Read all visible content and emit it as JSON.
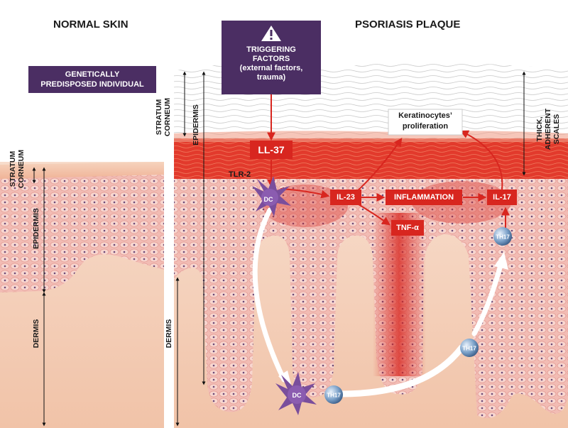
{
  "titles": {
    "normal": "NORMAL SKIN",
    "psoriasis": "PSORIASIS PLAQUE"
  },
  "predisposed": "GENETICALLY PREDISPOSED INDIVIDUAL",
  "trigger": {
    "icon": "warning-icon",
    "lines": [
      "TRIGGERING",
      "FACTORS",
      "(external factors,",
      "trauma)"
    ]
  },
  "layers": {
    "stratum_corneum_1": "STRATUM",
    "stratum_corneum_2": "CORNEUM",
    "epidermis": "EPIDERMIS",
    "dermis": "DERMIS"
  },
  "scales": {
    "line1": "THICK,",
    "line2": "ADHERENT",
    "line3": "SCALES"
  },
  "proliferation": {
    "line1": "Keratinocytes’",
    "line2": "proliferation"
  },
  "mediators": {
    "ll37": "LL-37",
    "tlr2": "TLR-2",
    "il23": "IL-23",
    "inflammation": "INFLAMMATION",
    "il17": "IL-17",
    "tnf": "TNF-α"
  },
  "cells": {
    "dc": "DC",
    "th17": "TH17"
  },
  "colors": {
    "purple": "#4b2e63",
    "red": "#d8261f",
    "skin": "#f3c9b6",
    "dermis": "#f6d4c0"
  }
}
